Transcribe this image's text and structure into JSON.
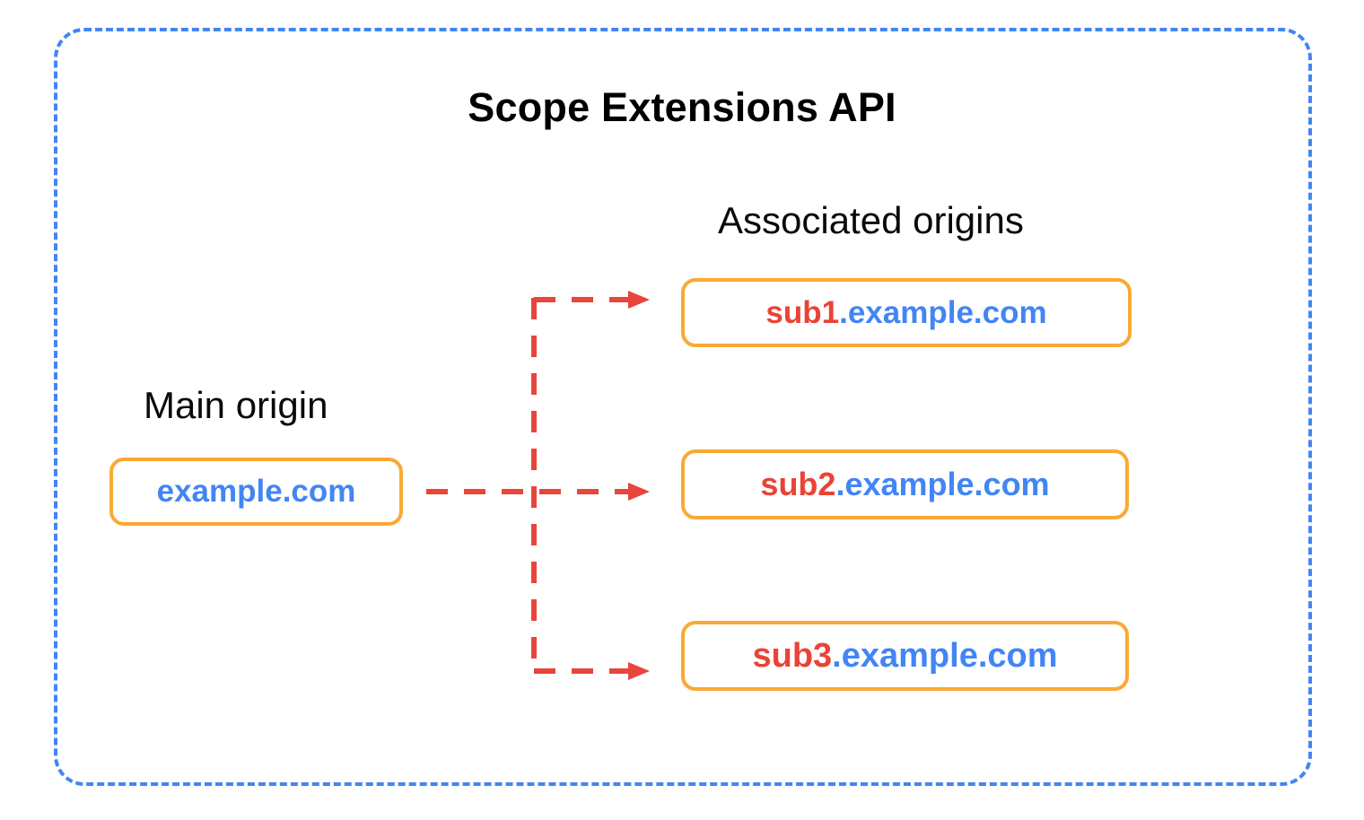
{
  "diagram": {
    "title": "Scope Extensions API",
    "frame_color": "#4285F4",
    "box_border_color": "#FAA936",
    "arrow_color": "#E8453C",
    "sub_text_color": "#EA4335",
    "domain_text_color": "#4285F4",
    "title_color": "#000000"
  },
  "main_origin": {
    "caption": "Main origin",
    "box": {
      "sub_prefix": "",
      "domain": "example.com",
      "full_text": "example.com"
    }
  },
  "associated_origins": {
    "caption": "Associated origins",
    "boxes": [
      {
        "sub_prefix": "sub1",
        "domain": ".example.com",
        "full_text": "sub1.example.com"
      },
      {
        "sub_prefix": "sub2",
        "domain": ".example.com",
        "full_text": "sub2.example.com"
      },
      {
        "sub_prefix": "sub3",
        "domain": ".example.com",
        "full_text": "sub3.example.com"
      }
    ]
  },
  "connectors": {
    "style": "dashed",
    "arrowhead": "solid-triangle",
    "count": 3,
    "from": "example.com",
    "to": [
      "sub1.example.com",
      "sub2.example.com",
      "sub3.example.com"
    ]
  }
}
